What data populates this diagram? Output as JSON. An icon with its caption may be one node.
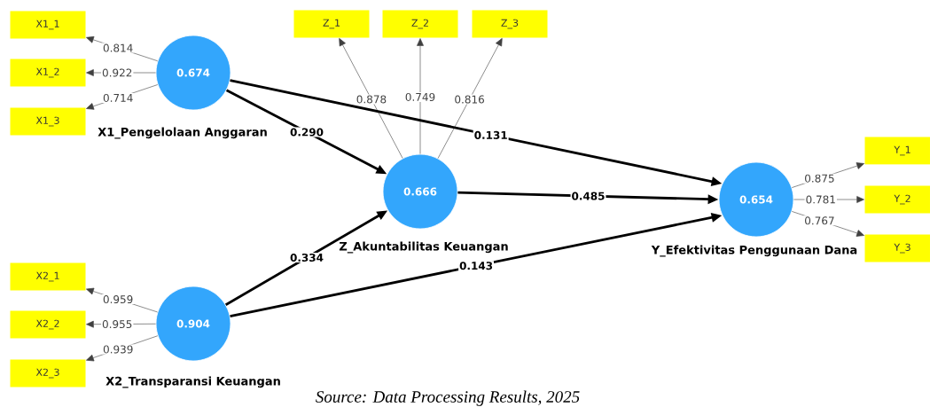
{
  "diagram": {
    "caption": "*Source: Data Processing Results, 2025*",
    "nodes": [
      {
        "text": [
          "0.674"
        ],
        "beside": [
          "X1_Pengelolaan Anggaran"
        ]
      },
      {
        "text": [
          "X1_1"
        ]
      },
      {
        "text": [
          "X1_2"
        ]
      },
      {
        "text": [
          "X1_3"
        ]
      },
      {
        "text": [
          "0.666"
        ],
        "beside": [
          "Z_Akuntabilitas Keuangan"
        ]
      },
      {
        "text": [
          "Z_1"
        ]
      },
      {
        "text": [
          "Z_2"
        ]
      },
      {
        "text": [
          "Z_3"
        ]
      },
      {
        "text": [
          "0.904"
        ],
        "beside": [
          "X2_Transparansi Keuangan"
        ]
      },
      {
        "text": [
          "X2_1"
        ]
      },
      {
        "text": [
          "X2_2"
        ]
      },
      {
        "text": [
          "X2_3"
        ]
      },
      {
        "text": [
          "0.654"
        ],
        "beside": [
          "Y_Efektivitas Penggunaan Dana"
        ]
      },
      {
        "text": [
          "Y_1"
        ]
      },
      {
        "text": [
          "Y_2"
        ]
      },
      {
        "text": [
          "Y_3"
        ]
      }
    ],
    "edges": [
      {
        "from": 0,
        "to": 1,
        "arrow": "to",
        "label": "0.814"
      },
      {
        "from": 0,
        "to": 2,
        "arrow": "to",
        "label": "0.922"
      },
      {
        "from": 0,
        "to": 3,
        "arrow": "to",
        "label": "0.714"
      },
      {
        "from": 4,
        "to": 5,
        "arrow": "to",
        "label": "0.878"
      },
      {
        "from": 4,
        "to": 6,
        "arrow": "to",
        "label": "0.749"
      },
      {
        "from": 4,
        "to": 7,
        "arrow": "to",
        "label": "0.816"
      },
      {
        "from": 0,
        "to": 4,
        "arrow": "to",
        "label": "0.290",
        "style": "thick"
      },
      {
        "from": 0,
        "to": 12,
        "arrow": "to",
        "label": "0.131",
        "style": "thick"
      },
      {
        "from": 4,
        "to": 12,
        "arrow": "to",
        "label": "0.485",
        "style": "thick"
      },
      {
        "from": 8,
        "to": 4,
        "arrow": "to",
        "label": "0.334",
        "style": "thick"
      },
      {
        "from": 8,
        "to": 12,
        "arrow": "to",
        "label": "0.143",
        "style": "thick"
      },
      {
        "from": 8,
        "to": 9,
        "arrow": "to",
        "label": "0.959"
      },
      {
        "from": 8,
        "to": 10,
        "arrow": "to",
        "label": "0.955"
      },
      {
        "from": 8,
        "to": 11,
        "arrow": "to",
        "label": "0.939"
      },
      {
        "from": 12,
        "to": 13,
        "arrow": "to",
        "label": "0.875"
      },
      {
        "from": 12,
        "to": 14,
        "arrow": "to",
        "label": "0.781"
      },
      {
        "from": 12,
        "to": 15,
        "arrow": "to",
        "label": "0.767"
      }
    ]
  }
}
